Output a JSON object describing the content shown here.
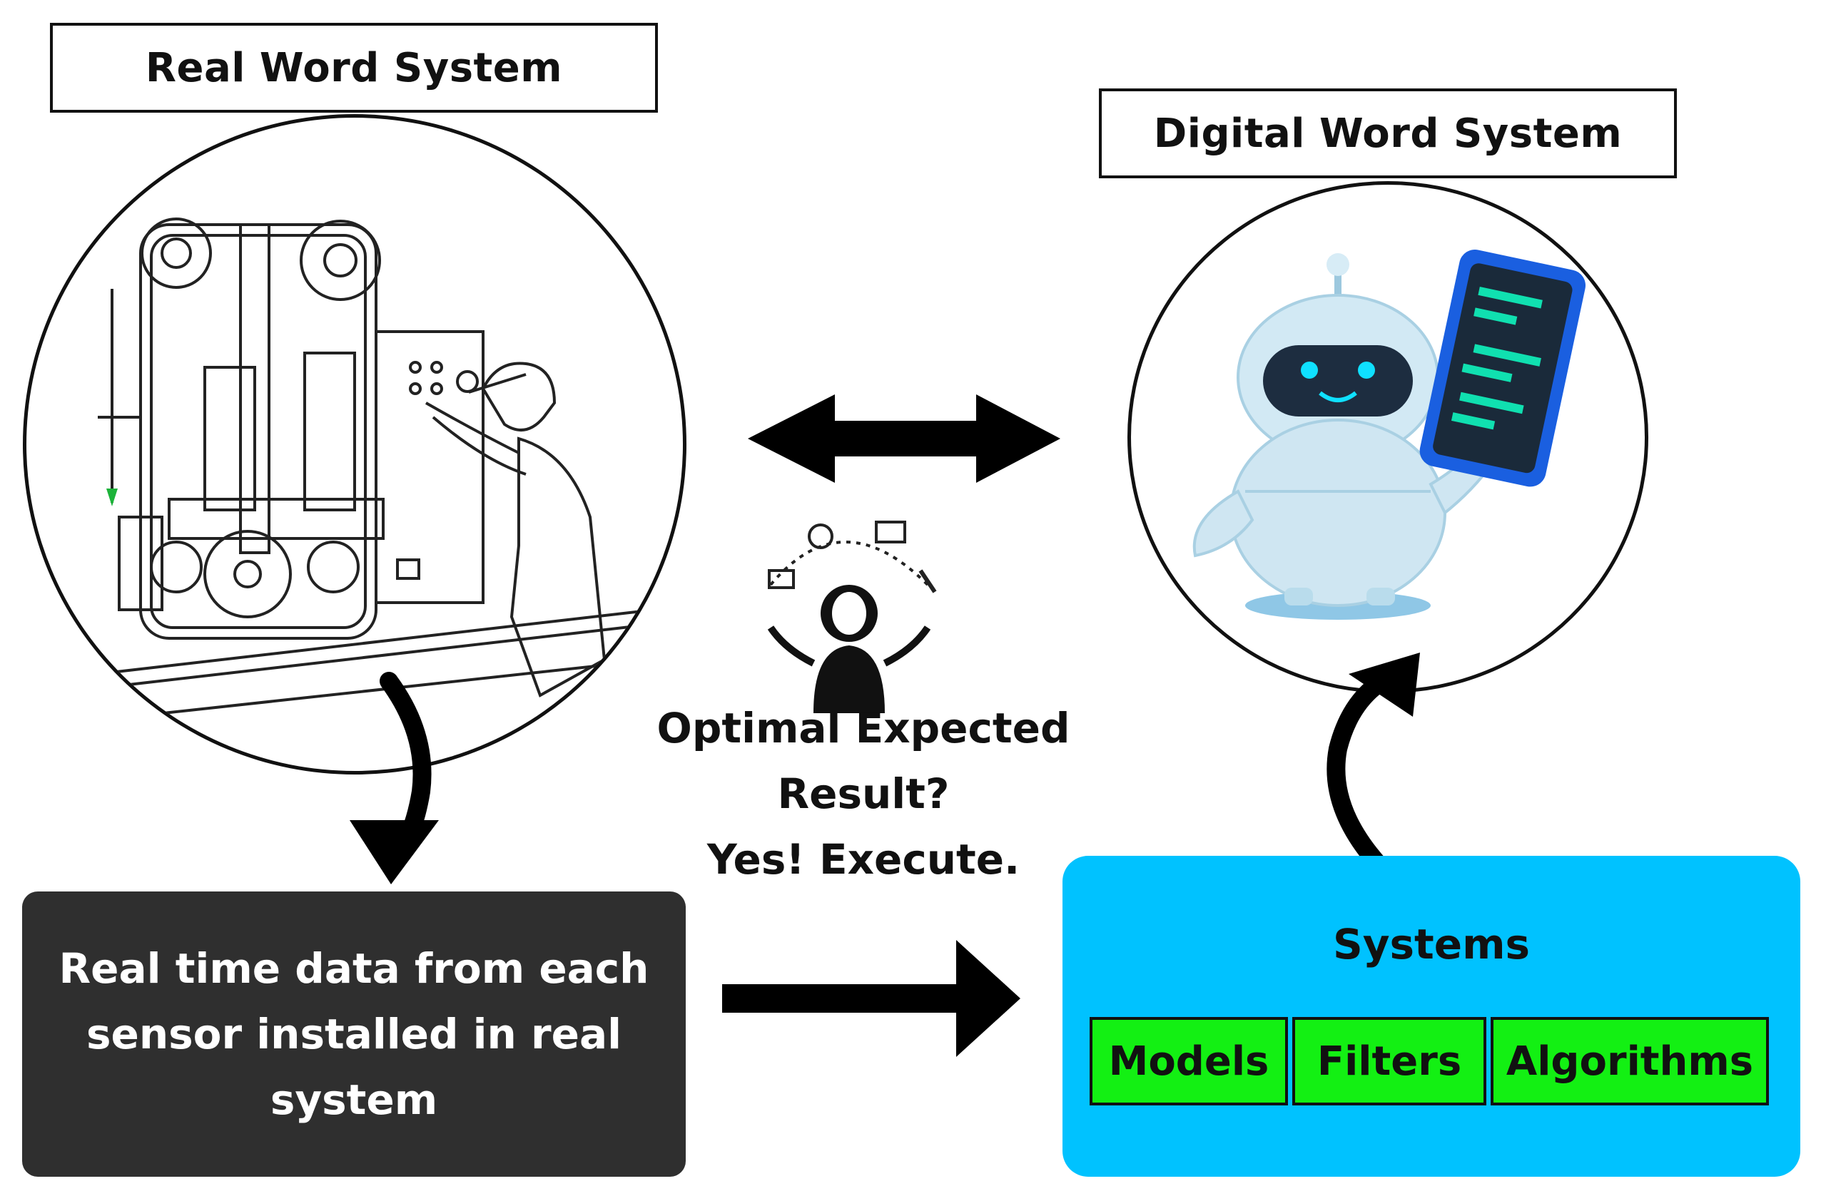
{
  "real_world": {
    "title": "Real Word System",
    "illustration": "machine-operator-illustration"
  },
  "digital_world": {
    "title": "Digital Word System",
    "illustration": "robot-with-tablet-illustration"
  },
  "data_box": {
    "text": "Real time data from each\nsensor installed in real\nsystem"
  },
  "decision": {
    "line1": "Optimal Expected",
    "line2": "Result?",
    "line3": "Yes! Execute."
  },
  "systems": {
    "title": "Systems",
    "components": [
      "Models",
      "Filters",
      "Algorithms"
    ]
  },
  "colors": {
    "systems_fill": "#00c2ff",
    "component_fill": "#13f013",
    "data_box_fill": "#2f2f2f",
    "robot_body": "#cde6f2",
    "tablet_screen": "#10e0b0"
  },
  "icons": [
    "bidirectional-arrow",
    "right-arrow",
    "curved-down-arrow",
    "curved-up-arrow",
    "person-juggling-icon"
  ]
}
